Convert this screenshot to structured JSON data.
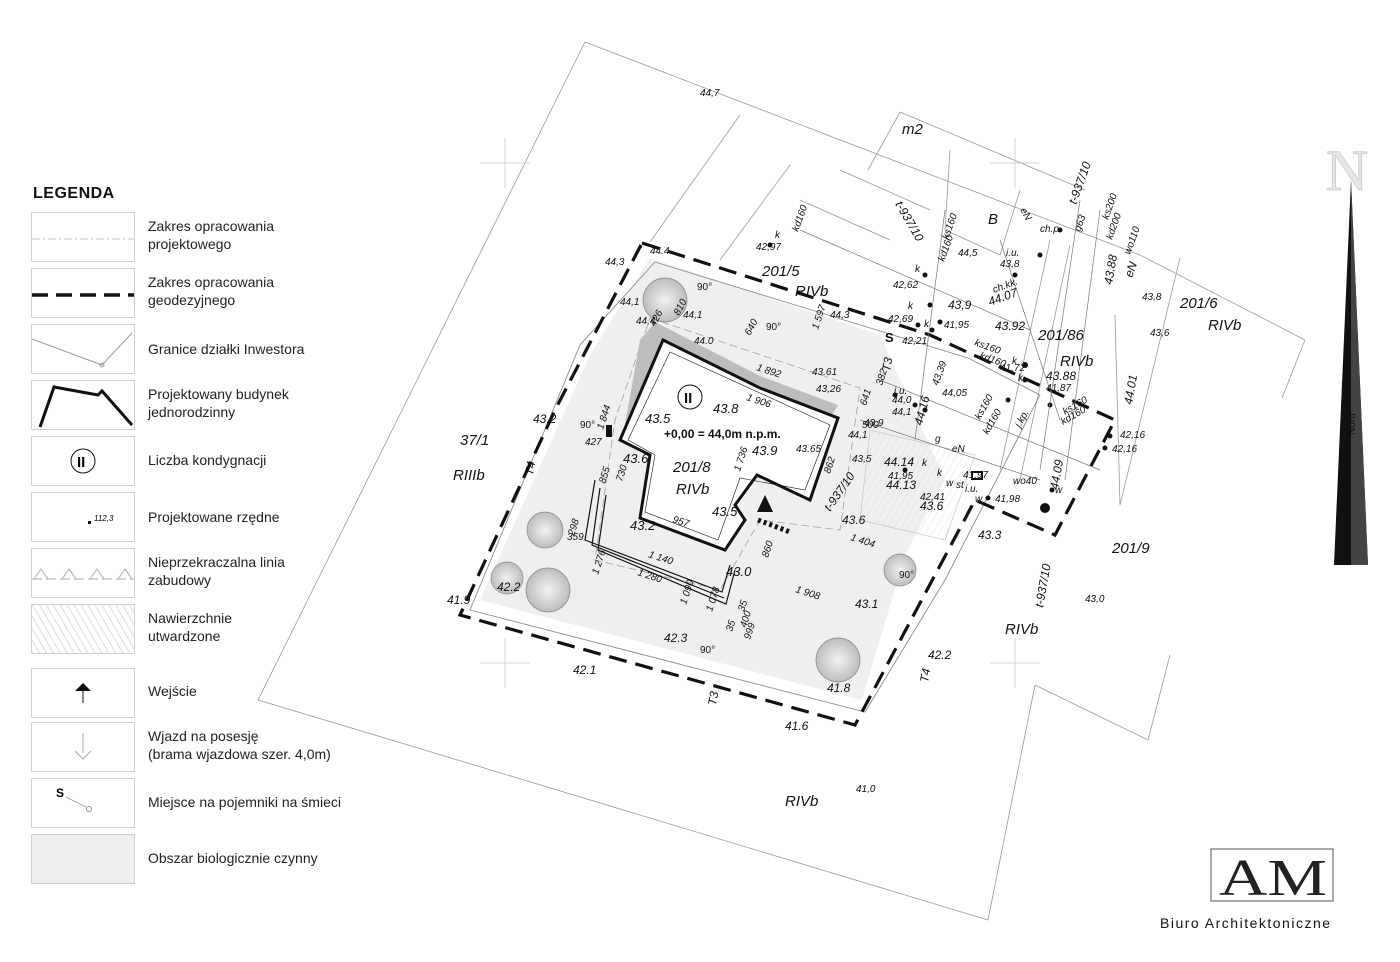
{
  "legend": {
    "title": "LEGENDA",
    "items": [
      {
        "key": "zakres-projektowy",
        "label": "Zakres opracowania\nprojektowego"
      },
      {
        "key": "zakres-geodezyjny",
        "label": "Zakres opracowania\ngeodezyjnego"
      },
      {
        "key": "granice-dzialki",
        "label": "Granice działki Inwestora"
      },
      {
        "key": "budynek",
        "label": "Projektowany budynek\njednorodzinny"
      },
      {
        "key": "kondygnacje",
        "label": "Liczba kondygnacji"
      },
      {
        "key": "rzedne",
        "label": "Projektowane rzędne"
      },
      {
        "key": "linia-zabudowy",
        "label": "Nieprzekraczalna linia\nzabudowy"
      },
      {
        "key": "nawierzchnie",
        "label": "Nawierzchnie\nutwardzone"
      },
      {
        "key": "wejscie",
        "label": "Wejście"
      },
      {
        "key": "wjazd",
        "label": "Wjazd na posesję\n(brama wjazdowa szer. 4,0m)"
      },
      {
        "key": "smieci",
        "label": "Miejsce na pojemniki na śmieci"
      },
      {
        "key": "obszar-bio",
        "label": "Obszar biologicznie czynny"
      }
    ],
    "sample_elevation": "112,3",
    "sample_floors": "II",
    "sample_bin": "S"
  },
  "plan": {
    "parcels": {
      "p201_5": "201/5",
      "p201_6": "201/6",
      "p201_86": "201/86",
      "p201_9": "201/9",
      "p201_8": "201/8",
      "p37_1": "37/1",
      "m2": "m2",
      "b": "B"
    },
    "soil_classes": {
      "rivb_201_5": "RIVb",
      "rivb_201_6": "RIVb",
      "rivb_201_86": "RIVb",
      "rivb_201_8": "RIVb",
      "rivb_south": "RIVb",
      "rivb_east": "RIVb",
      "riiib": "RIIIb"
    },
    "floors": "II",
    "zero_level": "+0,00 = 44,0m n.p.m.",
    "bin": "S",
    "building_elevations": [
      "43.5",
      "43.8",
      "43.6",
      "43.9",
      "43.2",
      "43.5",
      "43.0"
    ],
    "site_elevations": {
      "e1": "44,7",
      "e2": "44,3",
      "e3": "44.4",
      "e4": "44,1",
      "e5": "44,4",
      "e6": "44,1",
      "e7": "44.0",
      "e8": "44,3",
      "e9": "43.61",
      "e10": "43,26",
      "e11": "43.2",
      "e12": "43.65",
      "e13": "41.9",
      "e14": "42.2",
      "e15": "42.3",
      "e16": "42.1",
      "e17": "41.8",
      "e18": "41.6",
      "e19": "42.2",
      "e20": "43.1",
      "e21": "43.6",
      "e22": "43.3",
      "e23": "43,0",
      "e24": "41,0",
      "e25": "43,8",
      "e26": "43,6",
      "e27": "42,16",
      "e28": "42,16",
      "e29": "42,97",
      "e30": "42,62",
      "e31": "42,69",
      "e32": "42,21",
      "e33": "41,95",
      "e34": "44,5",
      "e35": "43,8",
      "e36": "43,9",
      "e37": "44.07",
      "e38": "43.92",
      "e39": "43.88",
      "e40": "41,72",
      "e41": "43.88",
      "e42": "41,87",
      "e43": "44.01",
      "e44": "44.09",
      "e45": "44.14",
      "e46": "41,95",
      "e47": "44.13",
      "e48": "42,41",
      "e49": "43.6",
      "e50": "41,98",
      "e51": "41,97",
      "e52": "44.16",
      "e53": "43,39",
      "e54": "44,05",
      "e55": "44,0",
      "e56": "44,1",
      "e57": "44,1",
      "e58": "43,9",
      "e59": "43,5"
    },
    "dimensions": {
      "d1": "426",
      "d2": "810",
      "d3": "640",
      "d4": "1 597",
      "d5": "1 892",
      "d6": "1 906",
      "d7": "1 844",
      "d8": "427",
      "d9": "855",
      "d10": "730",
      "d11": "957",
      "d12": "1 736",
      "d13": "862",
      "d14": "500",
      "d15": "641",
      "d16": "382",
      "d17": "298",
      "d18": "359",
      "d19": "1 276",
      "d20": "1 140",
      "d21": "1 280",
      "d22": "1 090",
      "d23": "1 078",
      "d24": "35",
      "d25": "35",
      "d26": "400",
      "d27": "999",
      "d28": "860",
      "d29": "1 404",
      "d30": "1 908"
    },
    "angles": {
      "a1": "90°",
      "a2": "90°",
      "a3": "90°",
      "a4": "90°",
      "a5": "90°"
    },
    "networks": {
      "kd160_a": "kd160",
      "t937_a": "t-937/10",
      "ks160_a": "ks160",
      "kd160_b": "kd160",
      "eN_a": "eN",
      "t937_b": "t-937/10",
      "g63": "g63",
      "ks200": "ks200",
      "kd200": "kd200",
      "wo110": "wo110",
      "eN_b": "eN",
      "ks160_b": "ks160",
      "kd160_c": "kd160",
      "ks160_c": "ks160",
      "kd160_d": "kd160",
      "jkp": "j.kp.",
      "ks160_d": "ks160",
      "kd160_e": "kd160",
      "g": "g",
      "eN_c": "eN",
      "wo40": "wo40",
      "t937_c": "t-937/10",
      "t937_d": "t-937/10",
      "iu_a": "i.u.",
      "iu_b": "i.u.",
      "iu_c": "i.u.",
      "chkk": "ch.kk.",
      "chp": "ch.p.",
      "st": "st",
      "w1": "w",
      "w2": "w",
      "w3": "w",
      "k1": "k",
      "k2": "k",
      "k3": "k",
      "k4": "k",
      "k5": "k",
      "k6": "k",
      "k7": "k",
      "k8": "k"
    },
    "trees": {
      "t1": "T3",
      "t2": "T3",
      "t3": "T4",
      "t4": "T4"
    }
  },
  "north": {
    "label": "Nord",
    "letter": "N"
  },
  "logo": {
    "mark": "AM",
    "text": "Biuro Architektoniczne"
  }
}
